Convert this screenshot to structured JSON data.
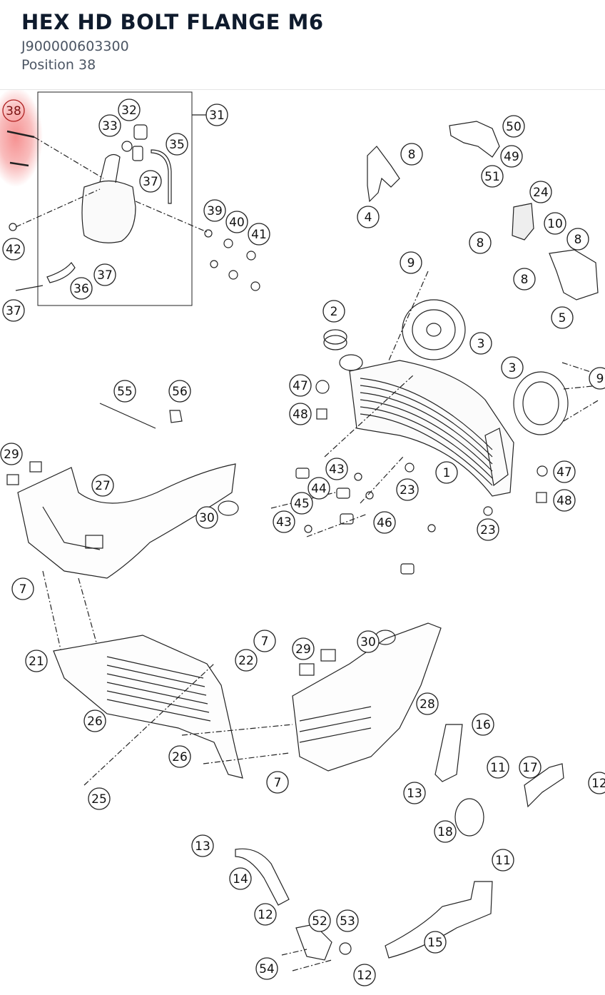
{
  "part": {
    "title": "HEX HD BOLT FLANGE M6",
    "number": "J900000603300",
    "position_label": "Position 38"
  },
  "diagram": {
    "highlight_color": "#f26d6d",
    "callouts": [
      "38",
      "32",
      "33",
      "35",
      "31",
      "37",
      "39",
      "40",
      "41",
      "42",
      "37",
      "36",
      "37",
      "8",
      "50",
      "49",
      "51",
      "24",
      "4",
      "8",
      "10",
      "8",
      "8",
      "5",
      "9",
      "2",
      "3",
      "3",
      "9",
      "47",
      "48",
      "55",
      "56",
      "29",
      "27",
      "30",
      "43",
      "44",
      "45",
      "43",
      "46",
      "1",
      "23",
      "23",
      "47",
      "48",
      "7",
      "7",
      "22",
      "29",
      "30",
      "21",
      "26",
      "28",
      "26",
      "7",
      "25",
      "16",
      "11",
      "17",
      "12",
      "13",
      "18",
      "11",
      "13",
      "14",
      "12",
      "52",
      "53",
      "15",
      "54",
      "12"
    ]
  }
}
